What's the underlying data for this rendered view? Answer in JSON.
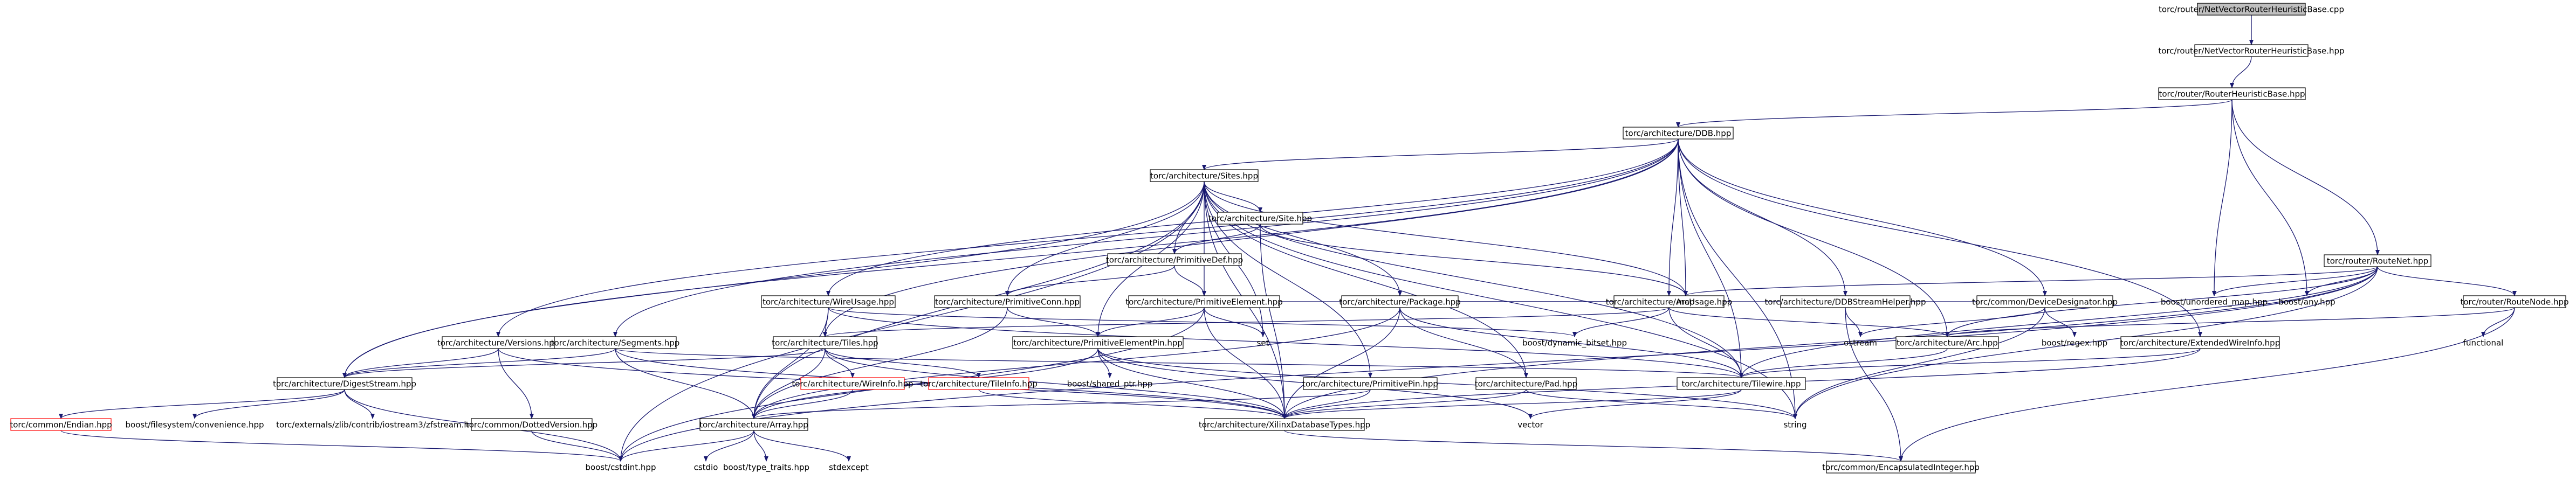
{
  "graph": {
    "nodes": [
      {
        "id": "root",
        "label": "torc/router/NetVectorRouterHeuristicBase.cpp",
        "kind": "root"
      },
      {
        "id": "nvrhb",
        "label": "torc/router/NetVectorRouterHeuristicBase.hpp",
        "kind": "box"
      },
      {
        "id": "rhb",
        "label": "torc/router/RouterHeuristicBase.hpp",
        "kind": "box"
      },
      {
        "id": "ddb",
        "label": "torc/architecture/DDB.hpp",
        "kind": "box"
      },
      {
        "id": "routenet",
        "label": "torc/router/RouteNet.hpp",
        "kind": "box"
      },
      {
        "id": "sites",
        "label": "torc/architecture/Sites.hpp",
        "kind": "box"
      },
      {
        "id": "site",
        "label": "torc/architecture/Site.hpp",
        "kind": "box"
      },
      {
        "id": "primdef",
        "label": "torc/architecture/PrimitiveDef.hpp",
        "kind": "box"
      },
      {
        "id": "primconn",
        "label": "torc/architecture/PrimitiveConn.hpp",
        "kind": "box"
      },
      {
        "id": "primelem",
        "label": "torc/architecture/PrimitiveElement.hpp",
        "kind": "box"
      },
      {
        "id": "wireusage",
        "label": "torc/architecture/WireUsage.hpp",
        "kind": "box"
      },
      {
        "id": "package",
        "label": "torc/architecture/Package.hpp",
        "kind": "box"
      },
      {
        "id": "arcusage",
        "label": "torc/architecture/ArcUsage.hpp",
        "kind": "box"
      },
      {
        "id": "ddbsh",
        "label": "torc/architecture/DDBStreamHelper.hpp",
        "kind": "box"
      },
      {
        "id": "devdes",
        "label": "torc/common/DeviceDesignator.hpp",
        "kind": "box"
      },
      {
        "id": "versions",
        "label": "torc/architecture/Versions.hpp",
        "kind": "box"
      },
      {
        "id": "segments",
        "label": "torc/architecture/Segments.hpp",
        "kind": "box"
      },
      {
        "id": "tiles",
        "label": "torc/architecture/Tiles.hpp",
        "kind": "box"
      },
      {
        "id": "primelempin",
        "label": "torc/architecture/PrimitiveElementPin.hpp",
        "kind": "box"
      },
      {
        "id": "primpin",
        "label": "torc/architecture/PrimitivePin.hpp",
        "kind": "box"
      },
      {
        "id": "pad",
        "label": "torc/architecture/Pad.hpp",
        "kind": "box"
      },
      {
        "id": "tilewire",
        "label": "torc/architecture/Tilewire.hpp",
        "kind": "box"
      },
      {
        "id": "arc",
        "label": "torc/architecture/Arc.hpp",
        "kind": "box"
      },
      {
        "id": "extwire",
        "label": "torc/architecture/ExtendedWireInfo.hpp",
        "kind": "box"
      },
      {
        "id": "routenode",
        "label": "torc/router/RouteNode.hpp",
        "kind": "box"
      },
      {
        "id": "digest",
        "label": "torc/architecture/DigestStream.hpp",
        "kind": "box"
      },
      {
        "id": "wireinfo",
        "label": "torc/architecture/WireInfo.hpp",
        "kind": "missing"
      },
      {
        "id": "tileinfo",
        "label": "torc/architecture/TileInfo.hpp",
        "kind": "missing"
      },
      {
        "id": "endian",
        "label": "torc/common/Endian.hpp",
        "kind": "missing"
      },
      {
        "id": "dottedver",
        "label": "torc/common/DottedVersion.hpp",
        "kind": "box"
      },
      {
        "id": "array",
        "label": "torc/architecture/Array.hpp",
        "kind": "box"
      },
      {
        "id": "xilinxdb",
        "label": "torc/architecture/XilinxDatabaseTypes.hpp",
        "kind": "box"
      },
      {
        "id": "encint",
        "label": "torc/common/EncapsulatedInteger.hpp",
        "kind": "box"
      },
      {
        "id": "set",
        "label": "set",
        "kind": "plain"
      },
      {
        "id": "map",
        "label": "map",
        "kind": "plain"
      },
      {
        "id": "dynbitset",
        "label": "boost/dynamic_bitset.hpp",
        "kind": "plain"
      },
      {
        "id": "ostream",
        "label": "ostream",
        "kind": "plain"
      },
      {
        "id": "regex",
        "label": "boost/regex.hpp",
        "kind": "plain"
      },
      {
        "id": "unordmap",
        "label": "boost/unordered_map.hpp",
        "kind": "plain"
      },
      {
        "id": "any",
        "label": "boost/any.hpp",
        "kind": "plain"
      },
      {
        "id": "functional",
        "label": "functional",
        "kind": "plain"
      },
      {
        "id": "sharedptr",
        "label": "boost/shared_ptr.hpp",
        "kind": "plain"
      },
      {
        "id": "vector",
        "label": "vector",
        "kind": "plain"
      },
      {
        "id": "string",
        "label": "string",
        "kind": "plain"
      },
      {
        "id": "fsconv",
        "label": "boost/filesystem/convenience.hpp",
        "kind": "plain"
      },
      {
        "id": "zfstream",
        "label": "torc/externals/zlib/contrib/iostream3/zfstream.h",
        "kind": "plain"
      },
      {
        "id": "cstdint",
        "label": "boost/cstdint.hpp",
        "kind": "plain"
      },
      {
        "id": "cstdio",
        "label": "cstdio",
        "kind": "plain"
      },
      {
        "id": "typetraits",
        "label": "boost/type_traits.hpp",
        "kind": "plain"
      },
      {
        "id": "stdexcept",
        "label": "stdexcept",
        "kind": "plain"
      }
    ],
    "edges": [
      [
        "root",
        "nvrhb"
      ],
      [
        "nvrhb",
        "rhb"
      ],
      [
        "rhb",
        "ddb"
      ],
      [
        "rhb",
        "routenet"
      ],
      [
        "rhb",
        "unordmap"
      ],
      [
        "rhb",
        "any"
      ],
      [
        "ddb",
        "sites"
      ],
      [
        "ddb",
        "versions"
      ],
      [
        "ddb",
        "segments"
      ],
      [
        "ddb",
        "wireusage"
      ],
      [
        "ddb",
        "tiles"
      ],
      [
        "ddb",
        "arcusage"
      ],
      [
        "ddb",
        "ddbsh"
      ],
      [
        "ddb",
        "devdes"
      ],
      [
        "ddb",
        "extwire"
      ],
      [
        "ddb",
        "digest"
      ],
      [
        "ddb",
        "arc"
      ],
      [
        "ddb",
        "tilewire"
      ],
      [
        "ddb",
        "map"
      ],
      [
        "ddb",
        "string"
      ],
      [
        "sites",
        "site"
      ],
      [
        "sites",
        "primdef"
      ],
      [
        "sites",
        "primconn"
      ],
      [
        "sites",
        "primelem"
      ],
      [
        "sites",
        "primelempin"
      ],
      [
        "sites",
        "package"
      ],
      [
        "sites",
        "pad"
      ],
      [
        "sites",
        "primpin"
      ],
      [
        "sites",
        "array"
      ],
      [
        "sites",
        "xilinxdb"
      ],
      [
        "sites",
        "set"
      ],
      [
        "sites",
        "map"
      ],
      [
        "sites",
        "tilewire"
      ],
      [
        "sites",
        "cstdint"
      ],
      [
        "sites",
        "string"
      ],
      [
        "sites",
        "digest"
      ],
      [
        "site",
        "primdef"
      ],
      [
        "site",
        "xilinxdb"
      ],
      [
        "site",
        "map"
      ],
      [
        "primdef",
        "primconn"
      ],
      [
        "primdef",
        "primelem"
      ],
      [
        "primconn",
        "primelempin"
      ],
      [
        "primconn",
        "array"
      ],
      [
        "primelem",
        "primelempin"
      ],
      [
        "primelem",
        "xilinxdb"
      ],
      [
        "primelem",
        "set"
      ],
      [
        "primelem",
        "map"
      ],
      [
        "primelem",
        "cstdint"
      ],
      [
        "wireusage",
        "tiles"
      ],
      [
        "wireusage",
        "dynbitset"
      ],
      [
        "wireusage",
        "array"
      ],
      [
        "wireusage",
        "tilewire"
      ],
      [
        "package",
        "pad"
      ],
      [
        "package",
        "xilinxdb"
      ],
      [
        "package",
        "map"
      ],
      [
        "package",
        "array"
      ],
      [
        "package",
        "tilewire"
      ],
      [
        "arcusage",
        "tiles"
      ],
      [
        "arcusage",
        "arc"
      ],
      [
        "arcusage",
        "dynbitset"
      ],
      [
        "arcusage",
        "tilewire"
      ],
      [
        "ddbsh",
        "ostream"
      ],
      [
        "ddbsh",
        "encint"
      ],
      [
        "devdes",
        "regex"
      ],
      [
        "devdes",
        "map"
      ],
      [
        "devdes",
        "string"
      ],
      [
        "devdes",
        "ostream"
      ],
      [
        "versions",
        "digest"
      ],
      [
        "versions",
        "dottedver"
      ],
      [
        "versions",
        "xilinxdb"
      ],
      [
        "segments",
        "digest"
      ],
      [
        "segments",
        "array"
      ],
      [
        "segments",
        "xilinxdb"
      ],
      [
        "segments",
        "tilewire"
      ],
      [
        "tiles",
        "wireinfo"
      ],
      [
        "tiles",
        "tileinfo"
      ],
      [
        "tiles",
        "array"
      ],
      [
        "tiles",
        "xilinxdb"
      ],
      [
        "tiles",
        "digest"
      ],
      [
        "primelempin",
        "sharedptr"
      ],
      [
        "primelempin",
        "xilinxdb"
      ],
      [
        "primelempin",
        "array"
      ],
      [
        "primelempin",
        "vector"
      ],
      [
        "primelempin",
        "string"
      ],
      [
        "primpin",
        "xilinxdb"
      ],
      [
        "primpin",
        "array"
      ],
      [
        "pad",
        "xilinxdb"
      ],
      [
        "pad",
        "string"
      ],
      [
        "tilewire",
        "xilinxdb"
      ],
      [
        "tilewire",
        "vector"
      ],
      [
        "arc",
        "tilewire"
      ],
      [
        "extwire",
        "tilewire"
      ],
      [
        "extwire",
        "xilinxdb"
      ],
      [
        "routenet",
        "routenode"
      ],
      [
        "routenet",
        "arc"
      ],
      [
        "routenet",
        "tilewire"
      ],
      [
        "routenet",
        "unordmap"
      ],
      [
        "routenet",
        "any"
      ],
      [
        "routenet",
        "map"
      ],
      [
        "routenet",
        "string"
      ],
      [
        "routenet",
        "xilinxdb"
      ],
      [
        "routenet",
        "cstdint"
      ],
      [
        "routenode",
        "arc"
      ],
      [
        "routenode",
        "functional"
      ],
      [
        "routenode",
        "encint"
      ],
      [
        "digest",
        "endian"
      ],
      [
        "digest",
        "fsconv"
      ],
      [
        "digest",
        "zfstream"
      ],
      [
        "digest",
        "cstdint"
      ],
      [
        "endian",
        "cstdint"
      ],
      [
        "dottedver",
        "cstdint"
      ],
      [
        "wireinfo",
        "array"
      ],
      [
        "tileinfo",
        "xilinxdb"
      ],
      [
        "array",
        "cstdint"
      ],
      [
        "array",
        "cstdio"
      ],
      [
        "array",
        "typetraits"
      ],
      [
        "array",
        "stdexcept"
      ],
      [
        "xilinxdb",
        "encint"
      ]
    ]
  }
}
